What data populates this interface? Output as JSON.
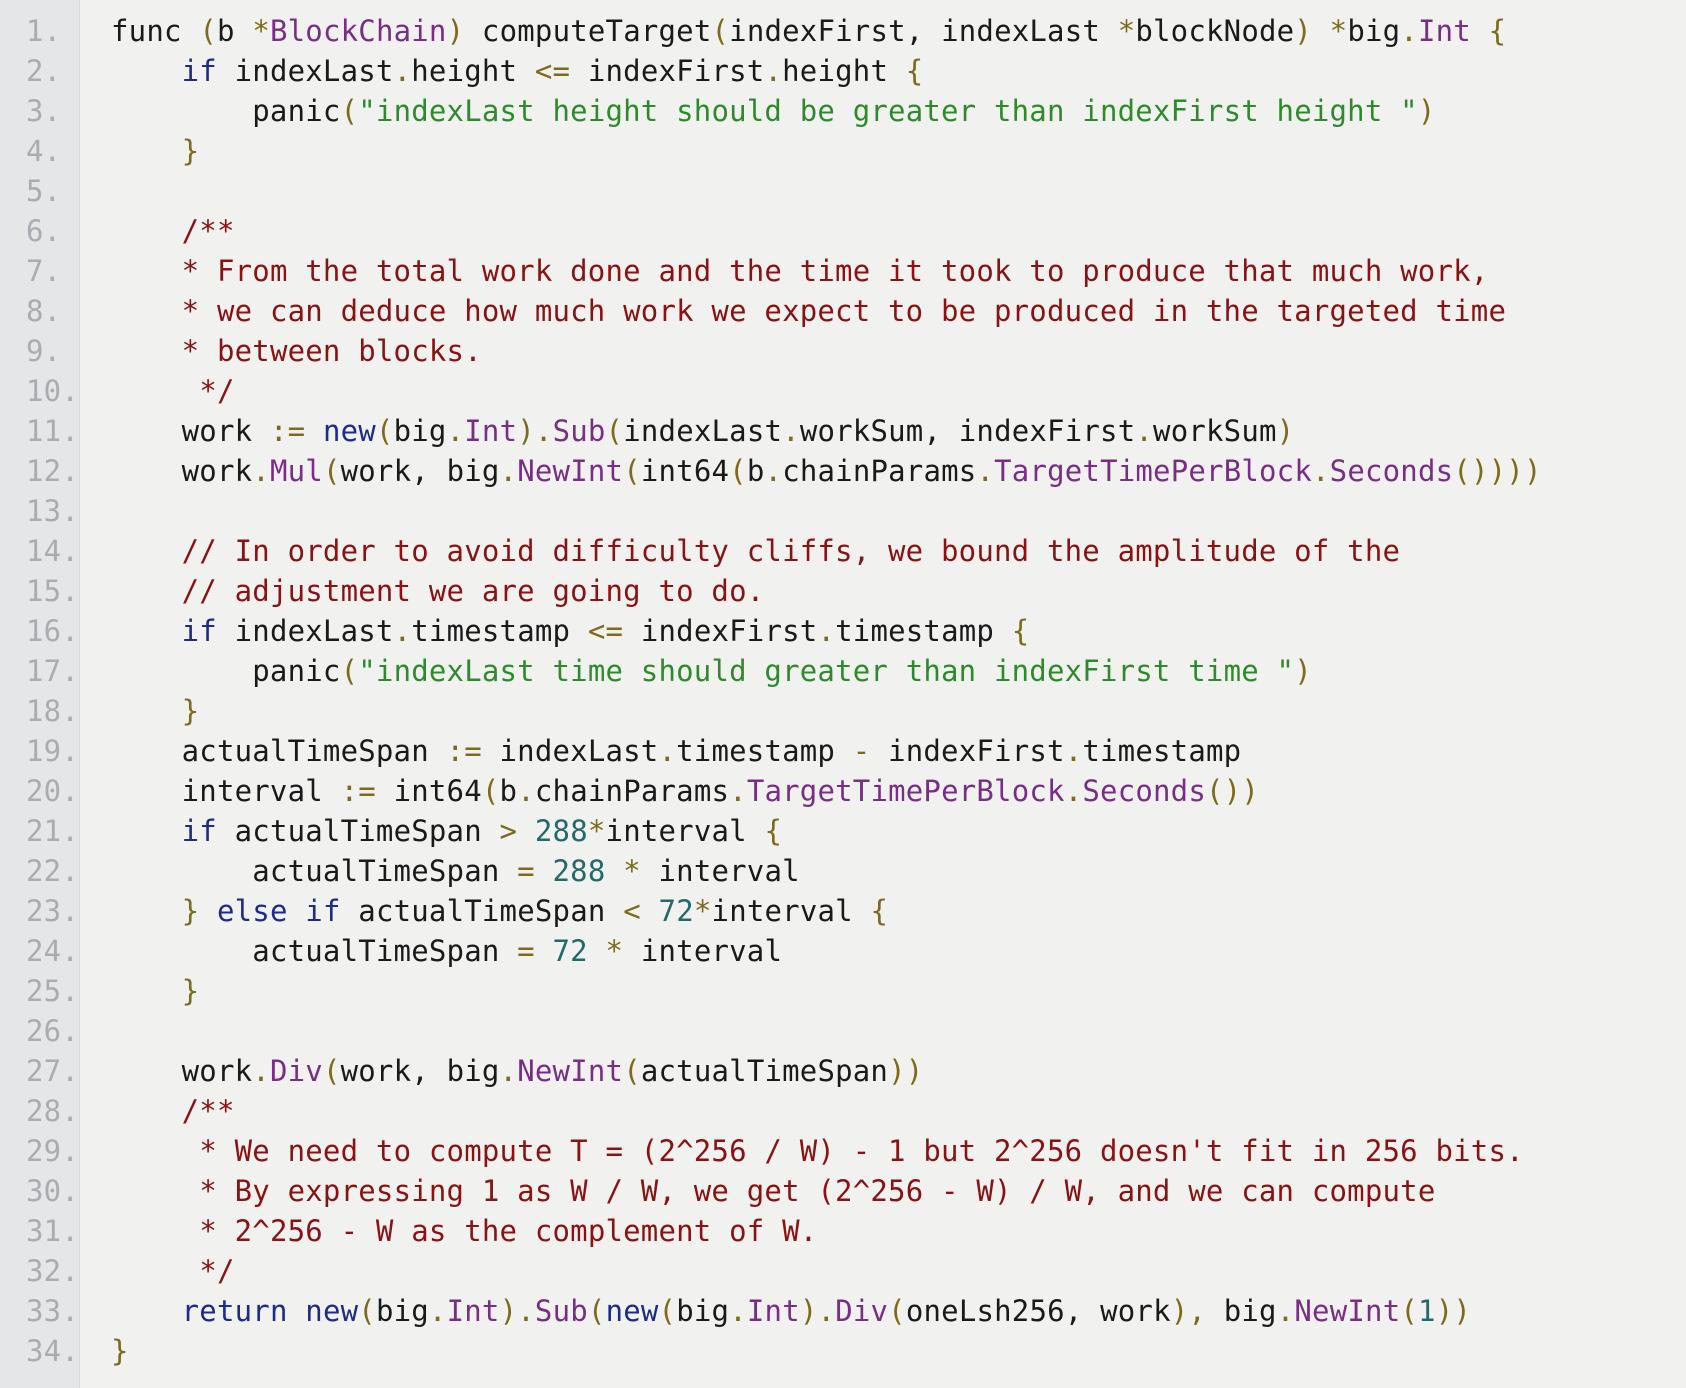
{
  "editor": {
    "line_numbers": [
      "1.",
      "2.",
      "3.",
      "4.",
      "5.",
      "6.",
      "7.",
      "8.",
      "9.",
      "10.",
      "11.",
      "12.",
      "13.",
      "14.",
      "15.",
      "16.",
      "17.",
      "18.",
      "19.",
      "20.",
      "21.",
      "22.",
      "23.",
      "24.",
      "25.",
      "26.",
      "27.",
      "28.",
      "29.",
      "30.",
      "31.",
      "32.",
      "33.",
      "34."
    ],
    "lines": [
      [
        [
          "plain",
          "func "
        ],
        [
          "op",
          "("
        ],
        [
          "plain",
          "b "
        ],
        [
          "op",
          "*"
        ],
        [
          "type",
          "BlockChain"
        ],
        [
          "op",
          ")"
        ],
        [
          "plain",
          " computeTarget"
        ],
        [
          "op",
          "("
        ],
        [
          "plain",
          "indexFirst, indexLast "
        ],
        [
          "op",
          "*"
        ],
        [
          "plain",
          "blockNode"
        ],
        [
          "op",
          ")"
        ],
        [
          "plain",
          " "
        ],
        [
          "op",
          "*"
        ],
        [
          "plain",
          "big"
        ],
        [
          "op",
          "."
        ],
        [
          "type",
          "Int"
        ],
        [
          "plain",
          " "
        ],
        [
          "punct",
          "{"
        ]
      ],
      [
        [
          "plain",
          "    "
        ],
        [
          "kw",
          "if"
        ],
        [
          "plain",
          " indexLast"
        ],
        [
          "op",
          "."
        ],
        [
          "plain",
          "height "
        ],
        [
          "op",
          "<="
        ],
        [
          "plain",
          " indexFirst"
        ],
        [
          "op",
          "."
        ],
        [
          "plain",
          "height "
        ],
        [
          "punct",
          "{"
        ]
      ],
      [
        [
          "plain",
          "        panic"
        ],
        [
          "op",
          "("
        ],
        [
          "str",
          "\"indexLast height should be greater than indexFirst height \""
        ],
        [
          "op",
          ")"
        ]
      ],
      [
        [
          "plain",
          "    "
        ],
        [
          "punct",
          "}"
        ]
      ],
      [],
      [
        [
          "plain",
          "    "
        ],
        [
          "comment",
          "/**"
        ]
      ],
      [
        [
          "plain",
          "    "
        ],
        [
          "comment",
          "* From the total work done and the time it took to produce that much work,"
        ]
      ],
      [
        [
          "plain",
          "    "
        ],
        [
          "comment",
          "* we can deduce how much work we expect to be produced in the targeted time"
        ]
      ],
      [
        [
          "plain",
          "    "
        ],
        [
          "comment",
          "* between blocks."
        ]
      ],
      [
        [
          "plain",
          "     "
        ],
        [
          "comment",
          "*/"
        ]
      ],
      [
        [
          "plain",
          "    work "
        ],
        [
          "op",
          ":="
        ],
        [
          "plain",
          " "
        ],
        [
          "kw",
          "new"
        ],
        [
          "op",
          "("
        ],
        [
          "plain",
          "big"
        ],
        [
          "op",
          "."
        ],
        [
          "type",
          "Int"
        ],
        [
          "op",
          ")."
        ],
        [
          "method",
          "Sub"
        ],
        [
          "op",
          "("
        ],
        [
          "plain",
          "indexLast"
        ],
        [
          "op",
          "."
        ],
        [
          "plain",
          "workSum, indexFirst"
        ],
        [
          "op",
          "."
        ],
        [
          "plain",
          "workSum"
        ],
        [
          "op",
          ")"
        ]
      ],
      [
        [
          "plain",
          "    work"
        ],
        [
          "op",
          "."
        ],
        [
          "method",
          "Mul"
        ],
        [
          "op",
          "("
        ],
        [
          "plain",
          "work, big"
        ],
        [
          "op",
          "."
        ],
        [
          "method",
          "NewInt"
        ],
        [
          "op",
          "("
        ],
        [
          "plain",
          "int64"
        ],
        [
          "op",
          "("
        ],
        [
          "plain",
          "b"
        ],
        [
          "op",
          "."
        ],
        [
          "plain",
          "chainParams"
        ],
        [
          "op",
          "."
        ],
        [
          "method",
          "TargetTimePerBlock"
        ],
        [
          "op",
          "."
        ],
        [
          "method",
          "Seconds"
        ],
        [
          "op",
          "()))"
        ],
        [
          "op",
          ")"
        ]
      ],
      [],
      [
        [
          "plain",
          "    "
        ],
        [
          "comment",
          "// In order to avoid difficulty cliffs, we bound the amplitude of the"
        ]
      ],
      [
        [
          "plain",
          "    "
        ],
        [
          "comment",
          "// adjustment we are going to do."
        ]
      ],
      [
        [
          "plain",
          "    "
        ],
        [
          "kw",
          "if"
        ],
        [
          "plain",
          " indexLast"
        ],
        [
          "op",
          "."
        ],
        [
          "plain",
          "timestamp "
        ],
        [
          "op",
          "<="
        ],
        [
          "plain",
          " indexFirst"
        ],
        [
          "op",
          "."
        ],
        [
          "plain",
          "timestamp "
        ],
        [
          "punct",
          "{"
        ]
      ],
      [
        [
          "plain",
          "        panic"
        ],
        [
          "op",
          "("
        ],
        [
          "str",
          "\"indexLast time should greater than indexFirst time \""
        ],
        [
          "op",
          ")"
        ]
      ],
      [
        [
          "plain",
          "    "
        ],
        [
          "punct",
          "}"
        ]
      ],
      [
        [
          "plain",
          "    actualTimeSpan "
        ],
        [
          "op",
          ":="
        ],
        [
          "plain",
          " indexLast"
        ],
        [
          "op",
          "."
        ],
        [
          "plain",
          "timestamp "
        ],
        [
          "op",
          "-"
        ],
        [
          "plain",
          " indexFirst"
        ],
        [
          "op",
          "."
        ],
        [
          "plain",
          "timestamp"
        ]
      ],
      [
        [
          "plain",
          "    interval "
        ],
        [
          "op",
          ":="
        ],
        [
          "plain",
          " int64"
        ],
        [
          "op",
          "("
        ],
        [
          "plain",
          "b"
        ],
        [
          "op",
          "."
        ],
        [
          "plain",
          "chainParams"
        ],
        [
          "op",
          "."
        ],
        [
          "method",
          "TargetTimePerBlock"
        ],
        [
          "op",
          "."
        ],
        [
          "method",
          "Seconds"
        ],
        [
          "op",
          "())"
        ]
      ],
      [
        [
          "plain",
          "    "
        ],
        [
          "kw",
          "if"
        ],
        [
          "plain",
          " actualTimeSpan "
        ],
        [
          "op",
          ">"
        ],
        [
          "plain",
          " "
        ],
        [
          "num",
          "288"
        ],
        [
          "op",
          "*"
        ],
        [
          "plain",
          "interval "
        ],
        [
          "punct",
          "{"
        ]
      ],
      [
        [
          "plain",
          "        actualTimeSpan "
        ],
        [
          "op",
          "="
        ],
        [
          "plain",
          " "
        ],
        [
          "num",
          "288"
        ],
        [
          "plain",
          " "
        ],
        [
          "op",
          "*"
        ],
        [
          "plain",
          " interval"
        ]
      ],
      [
        [
          "plain",
          "    "
        ],
        [
          "punct",
          "}"
        ],
        [
          "plain",
          " "
        ],
        [
          "kw",
          "else"
        ],
        [
          "plain",
          " "
        ],
        [
          "kw",
          "if"
        ],
        [
          "plain",
          " actualTimeSpan "
        ],
        [
          "op",
          "<"
        ],
        [
          "plain",
          " "
        ],
        [
          "num",
          "72"
        ],
        [
          "op",
          "*"
        ],
        [
          "plain",
          "interval "
        ],
        [
          "punct",
          "{"
        ]
      ],
      [
        [
          "plain",
          "        actualTimeSpan "
        ],
        [
          "op",
          "="
        ],
        [
          "plain",
          " "
        ],
        [
          "num",
          "72"
        ],
        [
          "plain",
          " "
        ],
        [
          "op",
          "*"
        ],
        [
          "plain",
          " interval"
        ]
      ],
      [
        [
          "plain",
          "    "
        ],
        [
          "punct",
          "}"
        ]
      ],
      [],
      [
        [
          "plain",
          "    work"
        ],
        [
          "op",
          "."
        ],
        [
          "method",
          "Div"
        ],
        [
          "op",
          "("
        ],
        [
          "plain",
          "work, big"
        ],
        [
          "op",
          "."
        ],
        [
          "method",
          "NewInt"
        ],
        [
          "op",
          "("
        ],
        [
          "plain",
          "actualTimeSpan"
        ],
        [
          "op",
          "))"
        ]
      ],
      [
        [
          "plain",
          "    "
        ],
        [
          "comment",
          "/**"
        ]
      ],
      [
        [
          "plain",
          "     "
        ],
        [
          "comment",
          "* We need to compute T = (2^256 / W) - 1 but 2^256 doesn't fit in 256 bits."
        ]
      ],
      [
        [
          "plain",
          "     "
        ],
        [
          "comment",
          "* By expressing 1 as W / W, we get (2^256 - W) / W, and we can compute"
        ]
      ],
      [
        [
          "plain",
          "     "
        ],
        [
          "comment",
          "* 2^256 - W as the complement of W."
        ]
      ],
      [
        [
          "plain",
          "     "
        ],
        [
          "comment",
          "*/"
        ]
      ],
      [
        [
          "plain",
          "    "
        ],
        [
          "kw",
          "return"
        ],
        [
          "plain",
          " "
        ],
        [
          "kw",
          "new"
        ],
        [
          "op",
          "("
        ],
        [
          "plain",
          "big"
        ],
        [
          "op",
          "."
        ],
        [
          "type",
          "Int"
        ],
        [
          "op",
          ")."
        ],
        [
          "method",
          "Sub"
        ],
        [
          "op",
          "("
        ],
        [
          "kw",
          "new"
        ],
        [
          "op",
          "("
        ],
        [
          "plain",
          "big"
        ],
        [
          "op",
          "."
        ],
        [
          "type",
          "Int"
        ],
        [
          "op",
          ")."
        ],
        [
          "method",
          "Div"
        ],
        [
          "op",
          "("
        ],
        [
          "plain",
          "oneLsh256, work"
        ],
        [
          "op",
          "),"
        ],
        [
          "plain",
          " big"
        ],
        [
          "op",
          "."
        ],
        [
          "method",
          "NewInt"
        ],
        [
          "op",
          "("
        ],
        [
          "num",
          "1"
        ],
        [
          "op",
          "))"
        ]
      ],
      [
        [
          "punct",
          "}"
        ]
      ]
    ]
  },
  "colors": {
    "background": "#f1f2f0",
    "gutter": "#e4e6e8",
    "line_number": "#a9adb1",
    "keyword": "#1d2b8c",
    "type": "#7a2d86",
    "string": "#2e8a2b",
    "comment": "#8b1212",
    "number": "#1f6a6a"
  }
}
